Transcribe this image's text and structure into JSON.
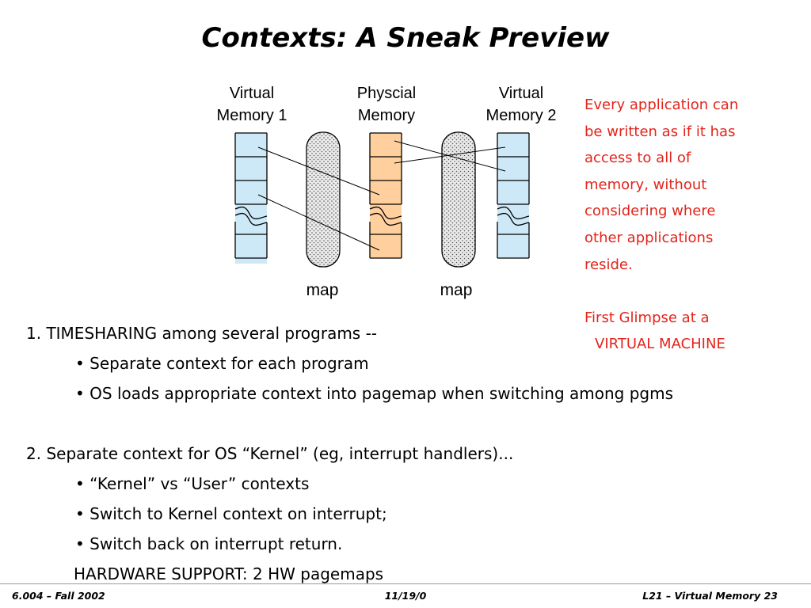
{
  "slide": {
    "title": "Contexts: A Sneak Preview"
  },
  "diagram": {
    "labels": {
      "virtual_memory_1": [
        "Virtual",
        "Memory 1"
      ],
      "physical_memory": [
        "Physcial",
        "Memory"
      ],
      "virtual_memory_2": [
        "Virtual",
        "Memory 2"
      ],
      "map_left": "map",
      "map_right": "map"
    },
    "colors": {
      "virtual_fill": "#cde8f7",
      "physical_fill": "#ffcf9e",
      "map_fill": "#e8e8e8"
    }
  },
  "note": {
    "lines": [
      "Every application can",
      "be written as if it has",
      "access to all of",
      "memory, without",
      "considering where",
      "other applications",
      "reside."
    ],
    "glimpse_lines": [
      "First Glimpse at a",
      "VIRTUAL MACHINE"
    ],
    "color": "#e3241b"
  },
  "content": {
    "item1": "1. TIMESHARING among several programs --",
    "item1_bullets": [
      "• Separate context for each program",
      "• OS loads appropriate context into pagemap when switching among pgms"
    ],
    "item2": "2. Separate context for OS “Kernel” (eg, interrupt handlers)...",
    "item2_bullets": [
      "• “Kernel” vs “User” contexts",
      "• Switch to Kernel context on interrupt;",
      "• Switch back on interrupt return."
    ],
    "hardware_support": "HARDWARE SUPPORT: 2 HW pagemaps"
  },
  "footer": {
    "left": "6.004 – Fall 2002",
    "center": "11/19/0",
    "right": "L21 – Virtual Memory 23"
  }
}
